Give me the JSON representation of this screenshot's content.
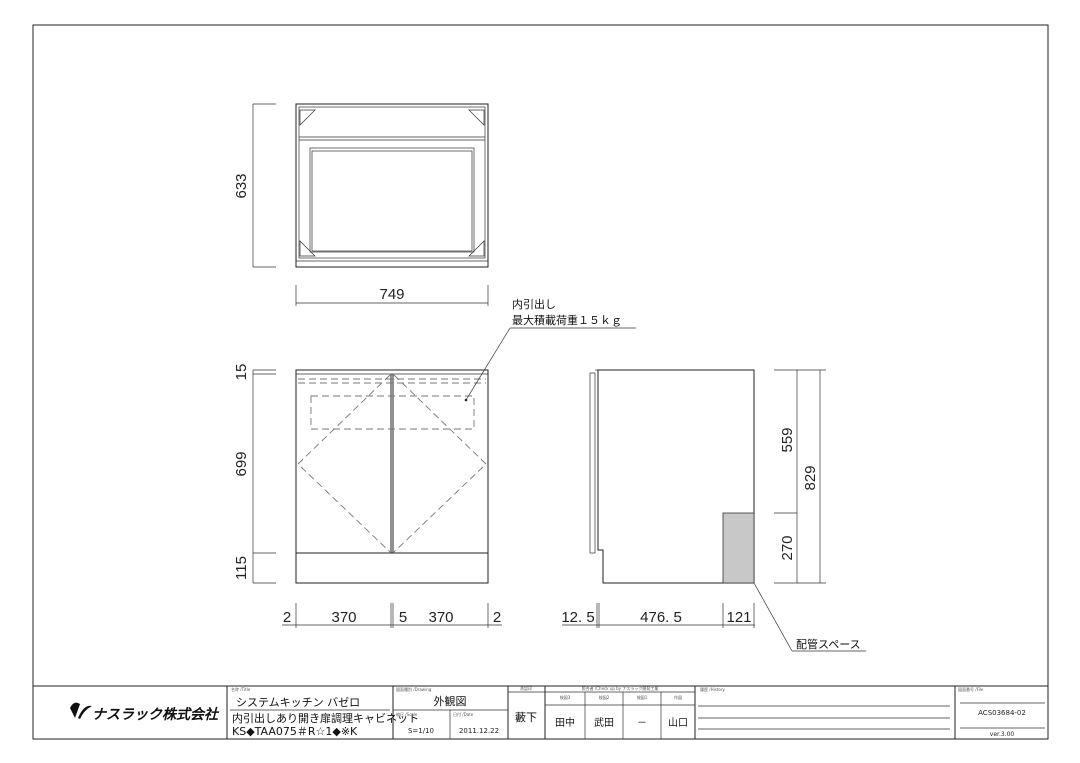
{
  "annotations": {
    "drawer_line1": "内引出し",
    "drawer_line2": "最大積載荷重１５ｋｇ",
    "piping_space": "配管スペース"
  },
  "dimensions": {
    "top_depth": "633",
    "top_width": "749",
    "front_top": "15",
    "front_door": "699",
    "front_plinth": "115",
    "front_gap_left": "2",
    "front_door_left": "370",
    "front_gap_mid": "5",
    "front_door_right": "370",
    "front_gap_right": "2",
    "side_upper": "559",
    "side_lower": "270",
    "side_total": "829",
    "side_door": "12. 5",
    "side_body": "476. 5",
    "side_pipe": "121"
  },
  "title_block": {
    "company": "ナスラック株式会社",
    "title_label": "名称 /Title",
    "title_line1": "システムキッチン バゼロ",
    "title_line2": "内引出しあり開き扉調理キャビネット",
    "title_line3": "KS◆TAA075＃R☆1◆※K",
    "drawing_label": "図面種別 /Drawing",
    "drawing_type": "外観図",
    "scale_label": "縮尺 /Scale",
    "scale": "S=1/10",
    "date_label": "日付 /Date",
    "date": "2011.12.22",
    "approval_label": "承認印",
    "approval": "藪下",
    "check_label": "照合者 /Check up by ナスラック開発工業",
    "check_cols": [
      "検図3",
      "検図2",
      "検図1",
      "作図"
    ],
    "check_names": [
      "田中",
      "武田",
      "－",
      "山口"
    ],
    "history_label": "履歴 /History",
    "file_label": "図面番号 /File",
    "file_no": "ACS03684-02",
    "version": "ver.3.00"
  }
}
